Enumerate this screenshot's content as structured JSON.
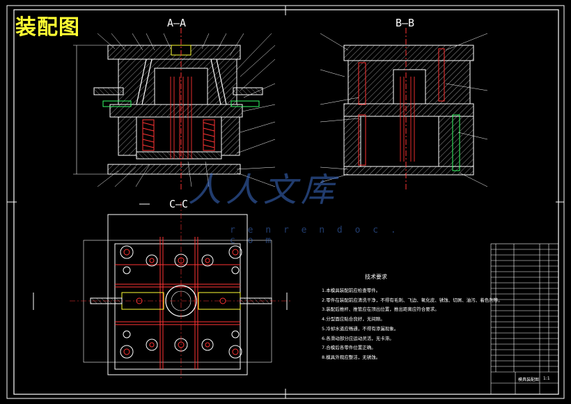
{
  "title": "装配图",
  "views": {
    "section_aa": "A—A",
    "section_bb": "B—B",
    "section_cc": "C—C"
  },
  "technical_requirements": {
    "title": "技术要求",
    "items": [
      "1.本模具装配前应检查零件。",
      "2.零件在装配前应清洗干净，不得有毛刺、飞边、氧化皮、锈蚀、切屑、油污、着色剂等。",
      "3.装配后推杆、推管应在顶出位置，推出距离应符合要求。",
      "4.分型面应贴合良好，无间隙。",
      "5.冷却水道应畅通，不得有渗漏现象。",
      "6.各滑动部分应运动灵活，无卡滞。",
      "7.合模后各零件位置正确。",
      "8.模具外观应整洁，无锈蚀。"
    ]
  },
  "title_block": {
    "name": "模具装配图",
    "ratio": "1:1"
  },
  "watermark": {
    "text": "人人文库",
    "url": "r e n r e n d o c . c o m"
  },
  "colors": {
    "background": "#000000",
    "lines": "#ffffff",
    "center_lines": "#ff3333",
    "highlight": "#ffff33",
    "cooling": "#33ff66",
    "hatch": "#bbbbbb"
  }
}
